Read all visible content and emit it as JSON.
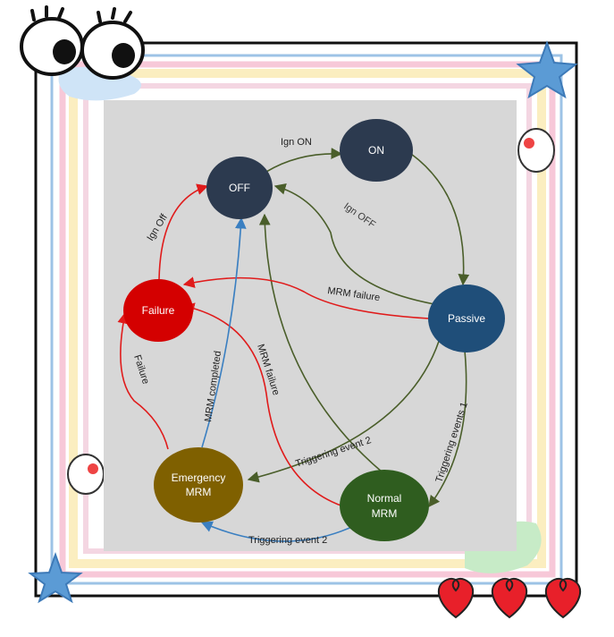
{
  "diagram": {
    "states": [
      {
        "id": "off",
        "label": "OFF",
        "color": "#2c3a4f"
      },
      {
        "id": "on",
        "label": "ON",
        "color": "#2c3a4f"
      },
      {
        "id": "passive",
        "label": "Passive",
        "color": "#1f4e79"
      },
      {
        "id": "failure",
        "label": "Failure",
        "color": "#d40000"
      },
      {
        "id": "emergency",
        "label_line1": "Emergency",
        "label_line2": "MRM",
        "color": "#7f6000"
      },
      {
        "id": "normal",
        "label_line1": "Normal",
        "label_line2": "MRM",
        "color": "#2f5d1f"
      }
    ],
    "transitions": [
      {
        "id": "ign-on",
        "label": "Ign ON"
      },
      {
        "id": "ign-off-passive",
        "label": "Ign OFF"
      },
      {
        "id": "ign-off-failure",
        "label": "Ign Off"
      },
      {
        "id": "mrm-failure-passive",
        "label": "MRM failure"
      },
      {
        "id": "failure-emergency",
        "label": "Failure"
      },
      {
        "id": "mrm-completed",
        "label": "MRM completed"
      },
      {
        "id": "mrm-failure-normal",
        "label": "MRM failure"
      },
      {
        "id": "trig-2-passive",
        "label": "Triggering event 2"
      },
      {
        "id": "trig-1",
        "label": "Triggering events 1"
      },
      {
        "id": "trig-2-normal",
        "label": "Triggering event 2"
      }
    ],
    "edge_colors": {
      "green": "#4a5e2a",
      "red": "#e01b1b",
      "blue": "#3a7fc1"
    }
  },
  "decor": {
    "frame_colors": [
      "#9dc3e6",
      "#f7c8d8",
      "#fbeec0",
      "#c9e1f4"
    ],
    "heart_color": "#e8202a",
    "star_color": "#5b9bd5"
  }
}
